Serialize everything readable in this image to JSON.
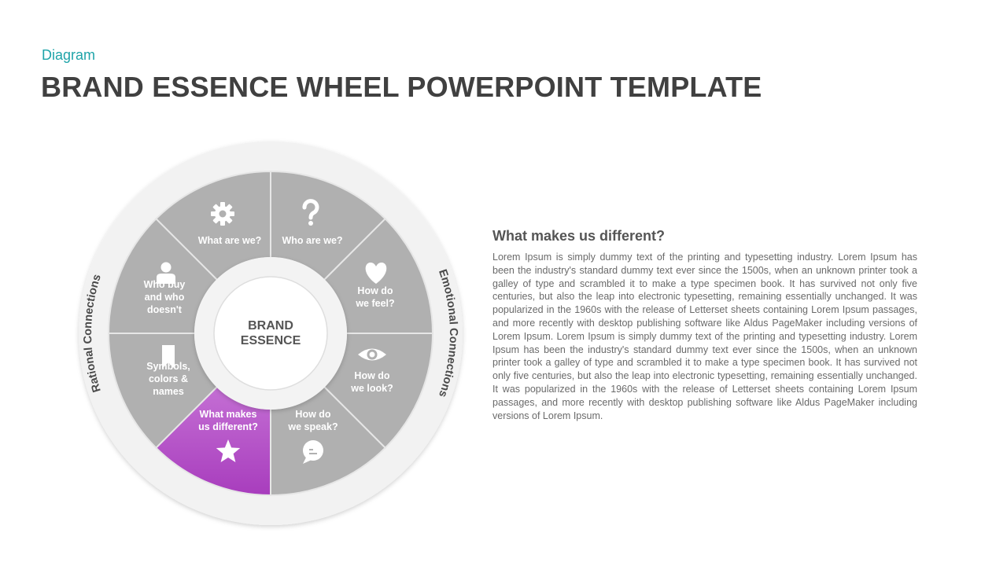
{
  "header": {
    "kicker": "Diagram",
    "title": "BRAND ESSENCE WHEEL POWERPOINT TEMPLATE"
  },
  "wheel": {
    "center_lines": [
      "BRAND",
      "ESSENCE"
    ],
    "left_ring_label": "Rational Connections",
    "right_ring_label": "Emotional Connections",
    "highlight_color": "#b54fc7",
    "segment_color": "#b0b0b0",
    "segments": [
      {
        "lines": [
          "What are we?"
        ],
        "icon": "gear-icon",
        "highlighted": false
      },
      {
        "lines": [
          "Who are we?"
        ],
        "icon": "question-icon",
        "highlighted": false
      },
      {
        "lines": [
          "How do",
          "we feel?"
        ],
        "icon": "heart-icon",
        "highlighted": false
      },
      {
        "lines": [
          "How do",
          "we look?"
        ],
        "icon": "eye-icon",
        "highlighted": false
      },
      {
        "lines": [
          "How do",
          "we speak?"
        ],
        "icon": "speech-bubble-icon",
        "highlighted": false
      },
      {
        "lines": [
          "What makes",
          "us different?"
        ],
        "icon": "star-icon",
        "highlighted": true
      },
      {
        "lines": [
          "Symbols,",
          "colors &",
          "names"
        ],
        "icon": "bookmark-icon",
        "highlighted": false
      },
      {
        "lines": [
          "Who buy",
          "and who",
          "doesn't"
        ],
        "icon": "user-icon",
        "highlighted": false
      }
    ]
  },
  "description": {
    "heading": "What makes us different?",
    "body": "Lorem Ipsum is simply dummy text of the printing and typesetting industry. Lorem Ipsum has been the industry's standard dummy text ever since the 1500s, when an unknown printer took a galley of type and scrambled it to make a type specimen book. It has survived not only five centuries, but also the leap into electronic typesetting, remaining essentially unchanged. It was popularized in the 1960s with the release of Letterset sheets containing Lorem Ipsum passages, and more recently with desktop publishing software like Aldus PageMaker including versions of Lorem Ipsum. Lorem Ipsum is simply dummy text of the printing and typesetting industry. Lorem Ipsum has been the industry's standard dummy text ever since the 1500s, when an unknown printer took a galley of type and scrambled it to make a type specimen book. It has survived not only five centuries, but also the leap into electronic typesetting, remaining essentially unchanged. It was popularized in the 1960s with the release of Letterset sheets containing Lorem Ipsum passages, and more recently with desktop publishing software like Aldus PageMaker including versions of Lorem Ipsum."
  }
}
